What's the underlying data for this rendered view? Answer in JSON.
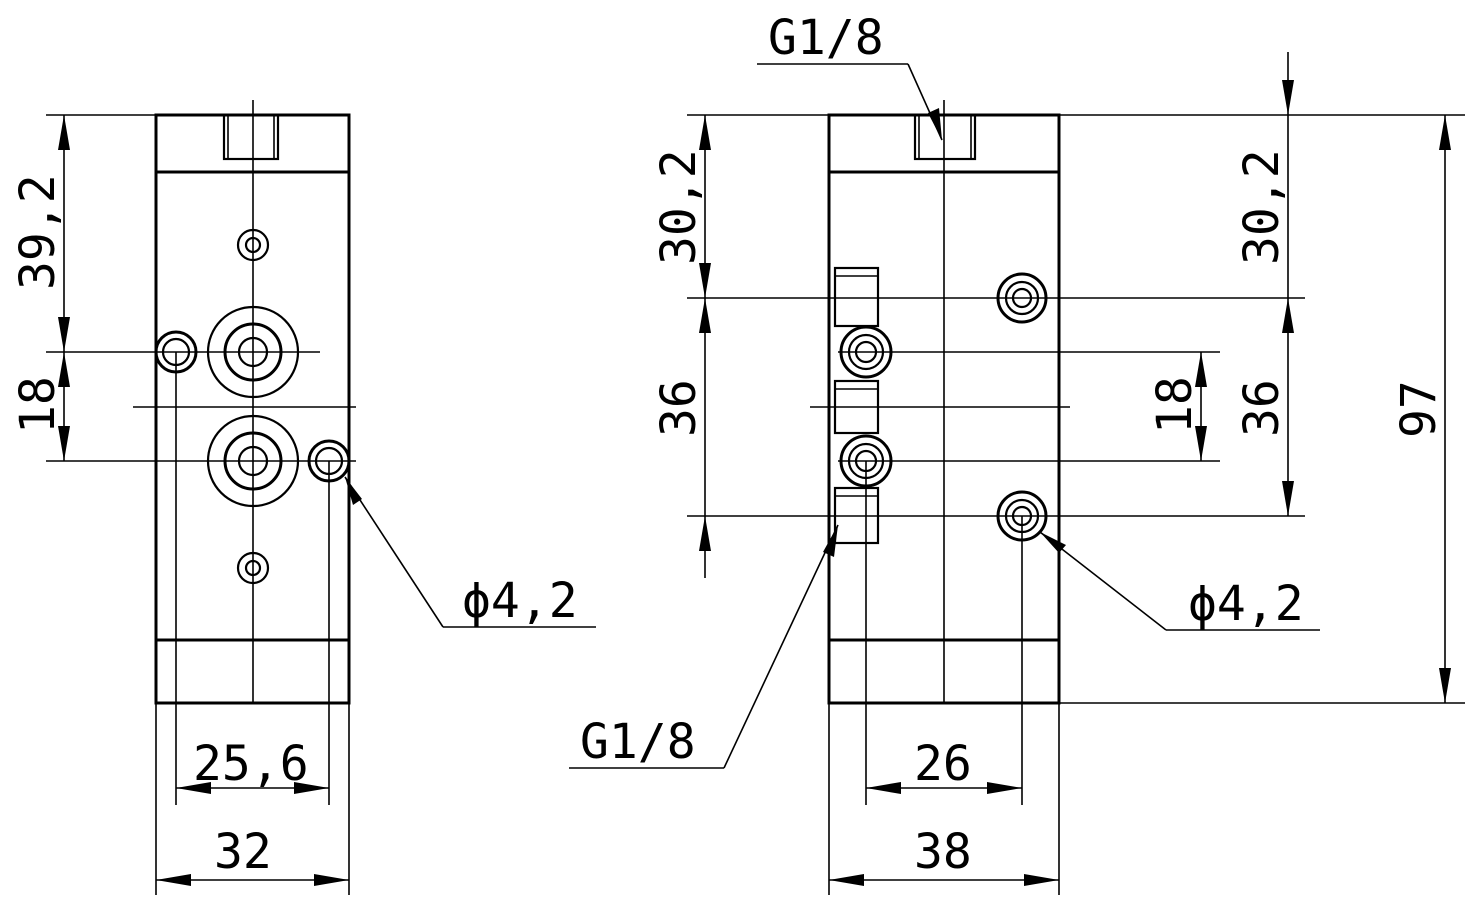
{
  "left_view": {
    "dim_height_top": "39,2",
    "dim_spacing": "18",
    "dim_hole_spacing": "25,6",
    "dim_width": "32",
    "hole_diameter": "ϕ4,2"
  },
  "right_view": {
    "port_top": "G1/8",
    "port_side": "G1/8",
    "dim_left_top": "30,2",
    "dim_left_mid": "36",
    "dim_right_top": "30,2",
    "dim_right_mid": "36",
    "dim_inner": "18",
    "dim_total_height": "97",
    "dim_hole_spacing": "26",
    "dim_width": "38",
    "hole_diameter": "ϕ4,2"
  }
}
